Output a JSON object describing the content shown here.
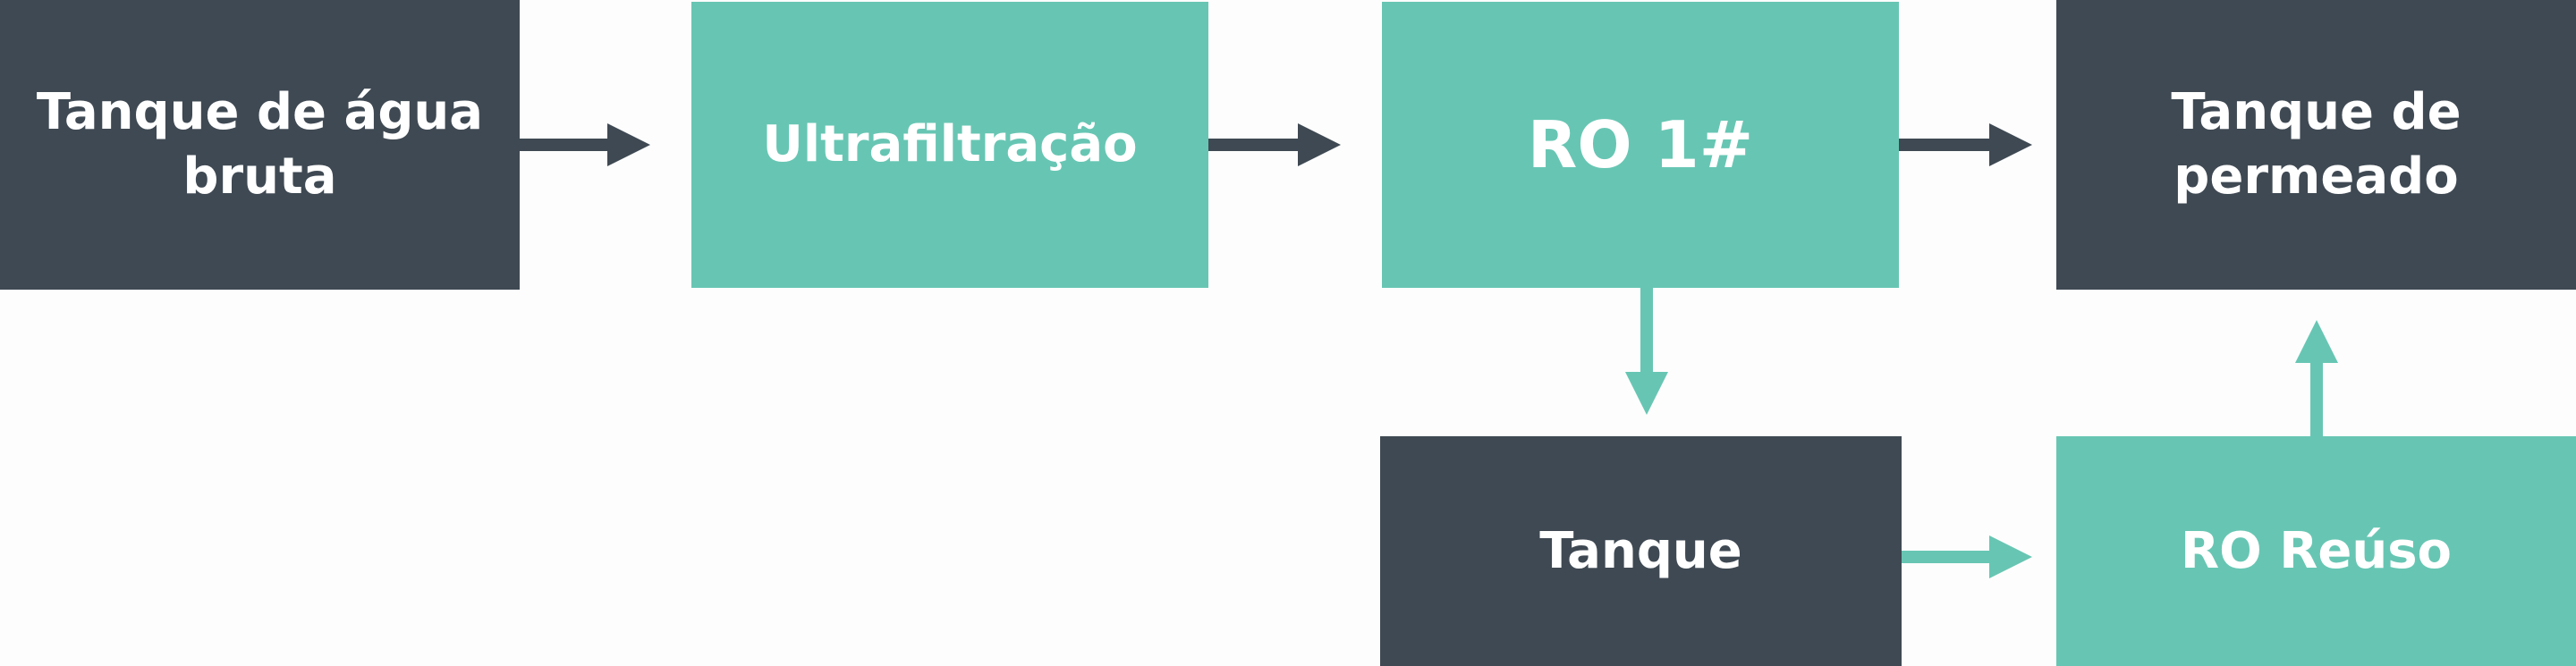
{
  "nodes": {
    "raw_water_tank": "Tanque de água\nbruta",
    "ultrafiltration": "Ultrafiltração",
    "ro1": "RO 1#",
    "permeate_tank": "Tanque de\npermeado",
    "tank": "Tanque",
    "ro_reuse": "RO Reúso"
  },
  "colors": {
    "dark": "#3f4953",
    "teal": "#67c6b3"
  }
}
